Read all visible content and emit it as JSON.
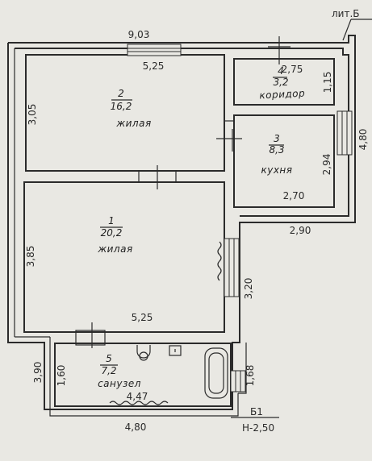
{
  "litera": "лит.Б",
  "block_label": "Б1",
  "level_label": "Н-2,50",
  "rooms": [
    {
      "num": "1",
      "area": "20,2",
      "name": "жилая"
    },
    {
      "num": "2",
      "area": "16,2",
      "name": "жилая"
    },
    {
      "num": "3",
      "area": "8,3",
      "name": "кухня"
    },
    {
      "num": "4",
      "area": "3,2",
      "name": "коридор"
    },
    {
      "num": "5",
      "area": "7,2",
      "name": "санузел"
    }
  ],
  "dims": {
    "top_outer": "9,03",
    "room2_width": "5,25",
    "room2_height": "3,05",
    "corridor_width": "2,75",
    "corridor_height": "1,15",
    "kitchen_height": "2,94",
    "kitchen_width": "2,70",
    "right_outer": "4,80",
    "step_width": "2,90",
    "room1_height": "3,85",
    "room1_width": "5,25",
    "room1_right": "3,20",
    "bath_left_outer": "3,90",
    "bath_height": "1,60",
    "bath_width": "4,47",
    "bath_right": "1,68",
    "bottom_outer": "4,80"
  }
}
